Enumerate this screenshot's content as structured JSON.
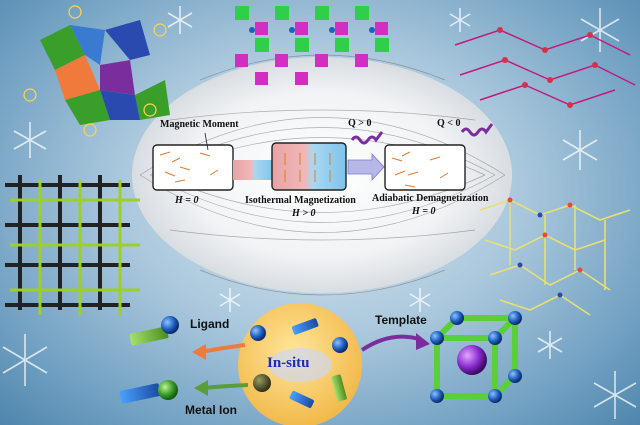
{
  "top_labels": {
    "magnetic_moment": "Magnetic Moment",
    "q_gt_0": "Q > 0",
    "q_lt_0": "Q < 0"
  },
  "states": [
    {
      "field": "H = 0"
    },
    {
      "process": "Isothermal Magnetization",
      "field": "H > 0"
    },
    {
      "process": "Adiabatic Demagnetization",
      "field": "H = 0"
    }
  ],
  "bottom": {
    "center_label": "In-situ",
    "ligand": "Ligand",
    "metal_ion": "Metal Ion",
    "template": "Template"
  },
  "colors": {
    "background": "#7fadcf",
    "accent_gold": "#f7c95a",
    "center_text": "#1a2cbf",
    "arrow_orange": "#f07a3c",
    "arrow_green": "#5a9e3a",
    "arrow_purple": "#7a2e9e",
    "framework_green": "#9ccf2c",
    "sphere_blue": "#1f5fbf"
  }
}
